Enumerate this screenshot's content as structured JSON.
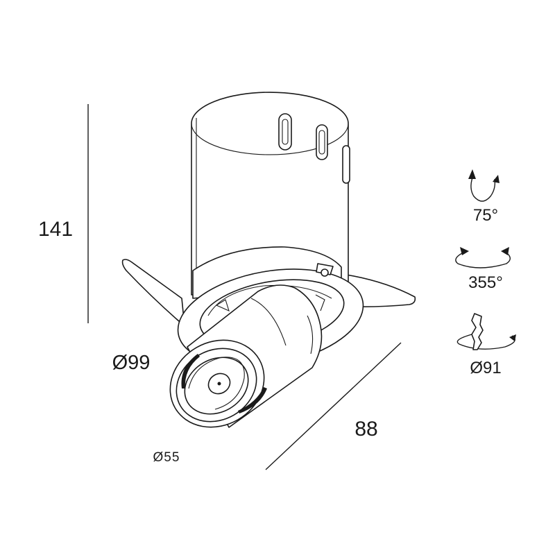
{
  "dimensions": {
    "height": "141",
    "outer_diameter": "Ø99",
    "lens_diameter": "Ø55",
    "depth": "88"
  },
  "specs": {
    "tilt": "75°",
    "rotation": "355°",
    "cutout": "Ø91"
  },
  "colors": {
    "ink": "#1a1a1a",
    "background": "#ffffff"
  }
}
